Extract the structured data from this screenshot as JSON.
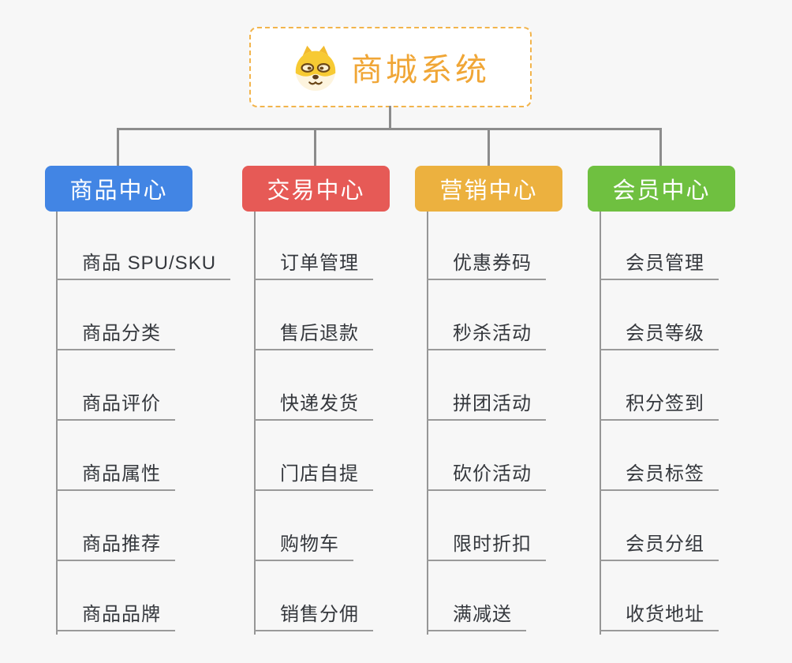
{
  "root": {
    "label": "商城系统",
    "icon": "dog-face-icon",
    "label_color": "#f0a636",
    "border_color": "#f2b44c"
  },
  "connector_color": "#8c8c8c",
  "branches": [
    {
      "id": "product-center",
      "label": "商品中心",
      "color": "#4285e4",
      "items": [
        "商品 SPU/SKU",
        "商品分类",
        "商品评价",
        "商品属性",
        "商品推荐",
        "商品品牌"
      ]
    },
    {
      "id": "trade-center",
      "label": "交易中心",
      "color": "#e65a56",
      "items": [
        "订单管理",
        "售后退款",
        "快递发货",
        "门店自提",
        "购物车",
        "销售分佣"
      ]
    },
    {
      "id": "marketing-center",
      "label": "营销中心",
      "color": "#ecb13f",
      "items": [
        "优惠券码",
        "秒杀活动",
        "拼团活动",
        "砍价活动",
        "限时折扣",
        "满减送"
      ]
    },
    {
      "id": "member-center",
      "label": "会员中心",
      "color": "#6fc040",
      "items": [
        "会员管理",
        "会员等级",
        "积分签到",
        "会员标签",
        "会员分组",
        "收货地址"
      ]
    }
  ]
}
